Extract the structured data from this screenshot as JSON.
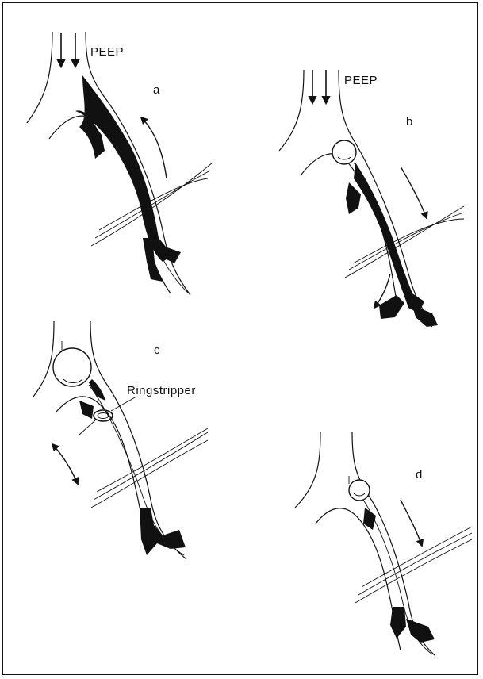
{
  "labels": {
    "peep_a": "PEEP",
    "peep_b": "PEEP",
    "panel_a": "a",
    "panel_b": "b",
    "panel_c": "c",
    "panel_d": "d",
    "ringstripper": "Ringstripper"
  },
  "colors": {
    "ink": "#111111",
    "paper": "#ffffff"
  },
  "icons": [
    "down-arrow-icon",
    "curved-arrow-icon",
    "balloon-icon",
    "ring-icon"
  ]
}
